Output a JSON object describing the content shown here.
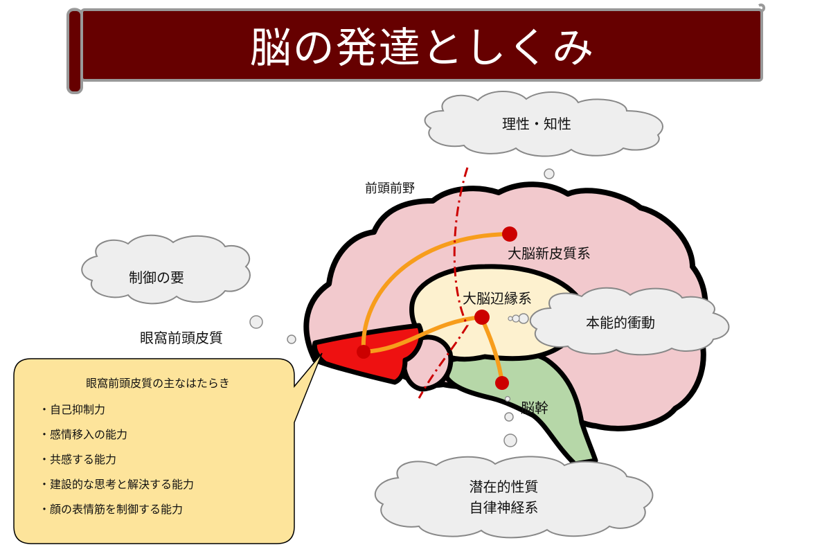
{
  "title": "脳の発達としくみ",
  "labels": {
    "reason": "理性・知性",
    "control": "制御の要",
    "prefrontal": "前頭前野",
    "orbitofrontal": "眼窩前頭皮質",
    "neocortex": "大脳新皮質系",
    "limbic": "大脳辺縁系",
    "impulse": "本能的衝動",
    "brainstem": "脳幹",
    "latent_line1": "潜在的性質",
    "latent_line2": "自律神経系"
  },
  "callout": {
    "heading": "眼窩前頭皮質の主なはたらき",
    "items": [
      "・自己抑制力",
      "・感情移入の能力",
      "・共感する能力",
      "・建設的な思考と解決する能力",
      "・顔の表情筋を制御する能力"
    ]
  },
  "colors": {
    "banner": "#660000",
    "cortex": "#f2c9cd",
    "limbic": "#fdf1cf",
    "brainstem": "#b6d7a8",
    "orbitofrontal": "#ee1111",
    "pathway": "#f79d1c",
    "node": "#cc0000",
    "cloud": "#eeeeee",
    "callout": "#fde49b"
  }
}
